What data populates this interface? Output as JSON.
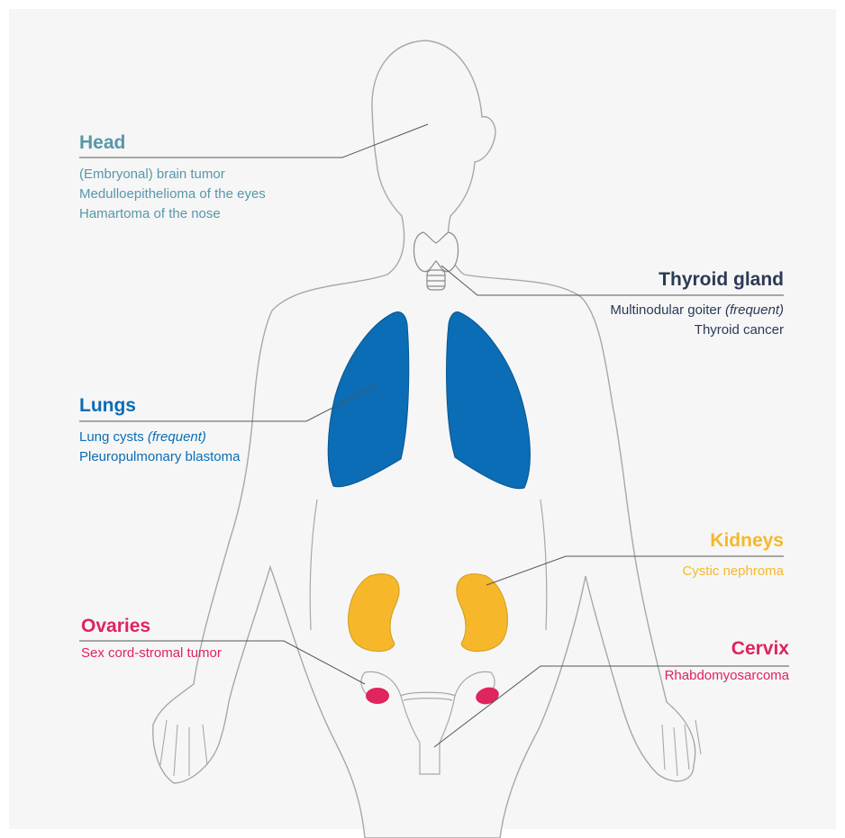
{
  "colors": {
    "head": "#5897a8",
    "thyroid": "#2b3a55",
    "lungs": "#0a6db5",
    "kidneys": "#f6b82a",
    "ovaries": "#e0245e",
    "cervix": "#e0245e",
    "outline": "#a8a8a8",
    "leader": "#555555",
    "panel": "#f6f6f6"
  },
  "labels": {
    "head": {
      "title": "Head",
      "items": [
        "(Embryonal) brain tumor",
        "Medulloepithelioma of the eyes",
        "Hamartoma of the nose"
      ]
    },
    "thyroid": {
      "title": "Thyroid gland",
      "item1_text": "Multinodular goiter",
      "item1_qualifier": "(frequent)",
      "item2": "Thyroid cancer"
    },
    "lungs": {
      "title": "Lungs",
      "item1_text": "Lung cysts",
      "item1_qualifier": "(frequent)",
      "item2": "Pleuropulmonary blastoma"
    },
    "kidneys": {
      "title": "Kidneys",
      "items": [
        "Cystic nephroma"
      ]
    },
    "ovaries": {
      "title": "Ovaries",
      "items": [
        "Sex cord-stromal tumor"
      ]
    },
    "cervix": {
      "title": "Cervix",
      "items": [
        "Rhabdomyosarcoma"
      ]
    }
  }
}
